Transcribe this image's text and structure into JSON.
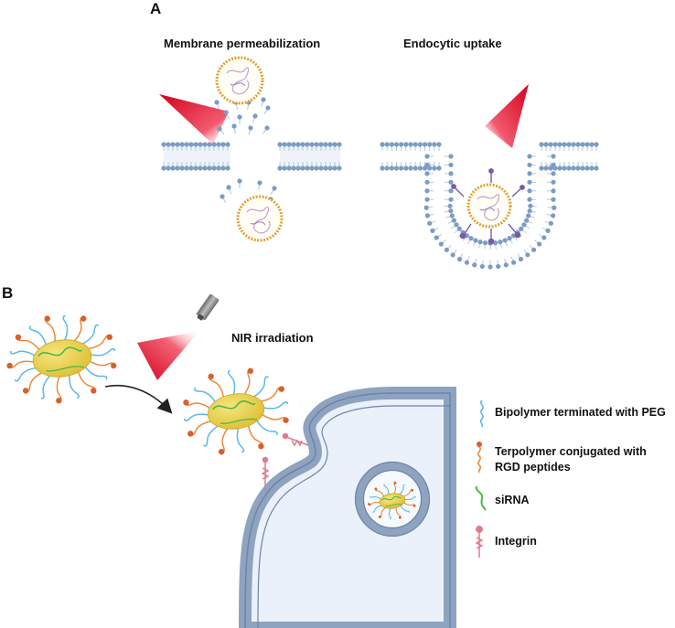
{
  "panel_a": {
    "letter": "A",
    "left_title": "Membrane permeabilization",
    "right_title": "Endocytic uptake"
  },
  "panel_b": {
    "letter": "B",
    "irradiation_label": "NIR irradiation"
  },
  "legend": [
    {
      "icon": "bipolymer-peg-icon",
      "text": "Bipolymer terminated with PEG"
    },
    {
      "icon": "terpolymer-rgd-icon",
      "text_line1": "Terpolymer conjugated with",
      "text_line2": "RGD peptides"
    },
    {
      "icon": "sirna-icon",
      "text": "siRNA"
    },
    {
      "icon": "integrin-icon",
      "text": "Integrin"
    }
  ],
  "colors": {
    "membrane_head": "#7b9cc4",
    "membrane_tail": "#b8c9de",
    "liposome_border": "#e0a030",
    "laser": "#e0102a",
    "nanoparticle": "#e8cf45",
    "peg_strand": "#5ab8e8",
    "rgd_strand": "#e88a3a",
    "rgd_bead": "#d8602a",
    "sirna": "#4cb84c",
    "integrin": "#e07a8c",
    "cell_fill": "#eaf1fb",
    "cell_border": "#8ea3bf"
  }
}
